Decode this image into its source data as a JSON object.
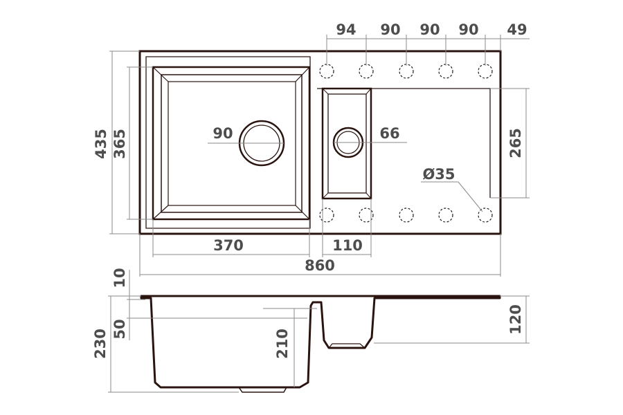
{
  "top_view": {
    "top_dims": [
      "94",
      "90",
      "90",
      "90",
      "49"
    ],
    "height_outer": "435",
    "height_inner": "365",
    "main_drain": "90",
    "small_drain": "66",
    "drain_board_height": "265",
    "hole_diameter": "Ø35",
    "main_bowl_width": "370",
    "small_bowl_width": "110",
    "total_width": "860"
  },
  "side_view": {
    "rim_thickness": "10",
    "total_depth": "230",
    "offset": "50",
    "main_bowl_depth": "210",
    "small_bowl_depth": "120"
  },
  "colors": {
    "outline": "#2a1410",
    "dimension": "#8a8a8a",
    "text": "#4d4d4d"
  }
}
